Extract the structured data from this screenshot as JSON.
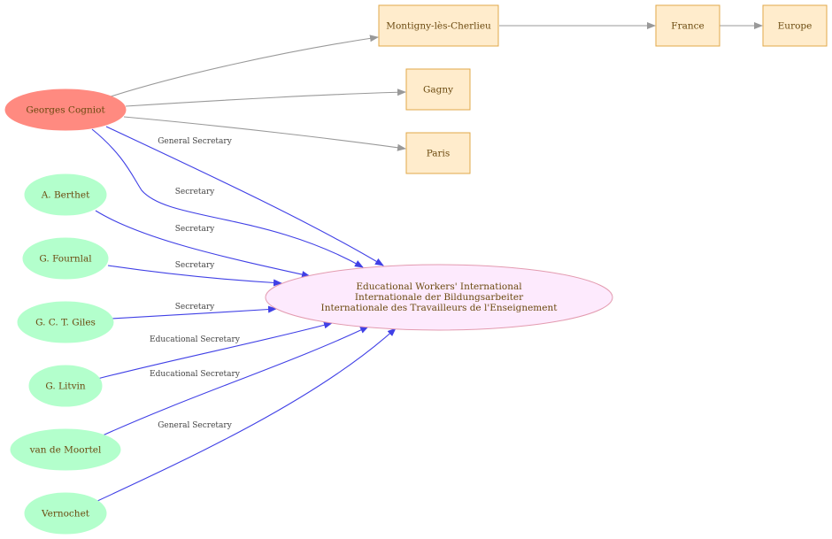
{
  "colors": {
    "person_main": "#ff8a80",
    "person_member": "#b3ffcc",
    "place_fill": "#ffeccc",
    "place_stroke": "#e0a84a",
    "org_fill": "#fdeafd",
    "org_stroke": "#e39bb0",
    "edge_role": "#4040e6",
    "edge_place": "#999999",
    "text": "#6b4a10"
  },
  "nodes": {
    "cogniot": "Georges Cogniot",
    "berthet": "A. Berthet",
    "fournial": "G. Fournlal",
    "giles": "G. C. T. Giles",
    "litvin": "G. Litvin",
    "moortel": "van de Moortel",
    "vernochet": "Vernochet",
    "montigny": "Montigny-lès-Cherlieu",
    "gagny": "Gagny",
    "paris": "Paris",
    "france": "France",
    "europe": "Europe",
    "org": [
      "Educational Workers' International",
      "Internationale der Bildungsarbeiter",
      "Internationale des Travailleurs de l'Enseignement"
    ]
  },
  "edge_labels": {
    "cogniot_general": "General Secretary",
    "cogniot_secretary": "Secretary",
    "berthet": "Secretary",
    "fournial": "Secretary",
    "giles": "Secretary",
    "litvin": "Educational Secretary",
    "moortel": "Educational Secretary",
    "vernochet": "General Secretary"
  }
}
